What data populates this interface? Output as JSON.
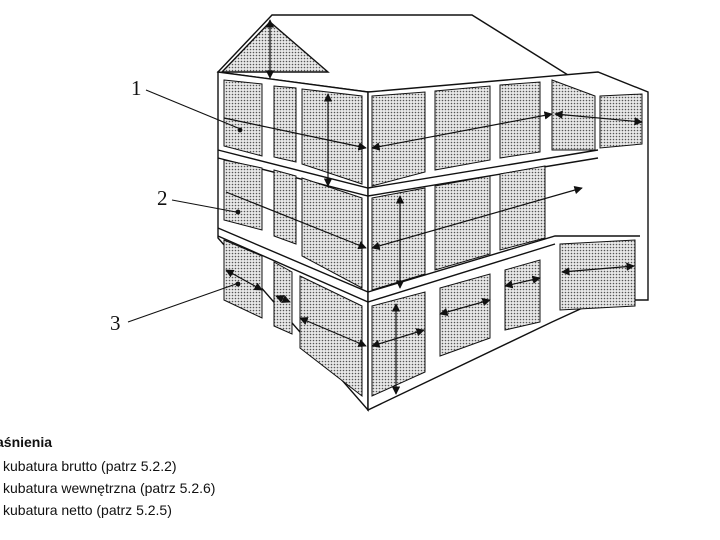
{
  "callouts": [
    "1",
    "2",
    "3"
  ],
  "legend": {
    "title": "aśnienia",
    "items": [
      "kubatura brutto (patrz 5.2.2)",
      "kubatura wewnętrzna (patrz 5.2.6)",
      "kubatura netto (patrz 5.2.5)"
    ]
  },
  "colors": {
    "line": "#111111",
    "fill": "#bdbdbd",
    "wall": "#ffffff"
  }
}
